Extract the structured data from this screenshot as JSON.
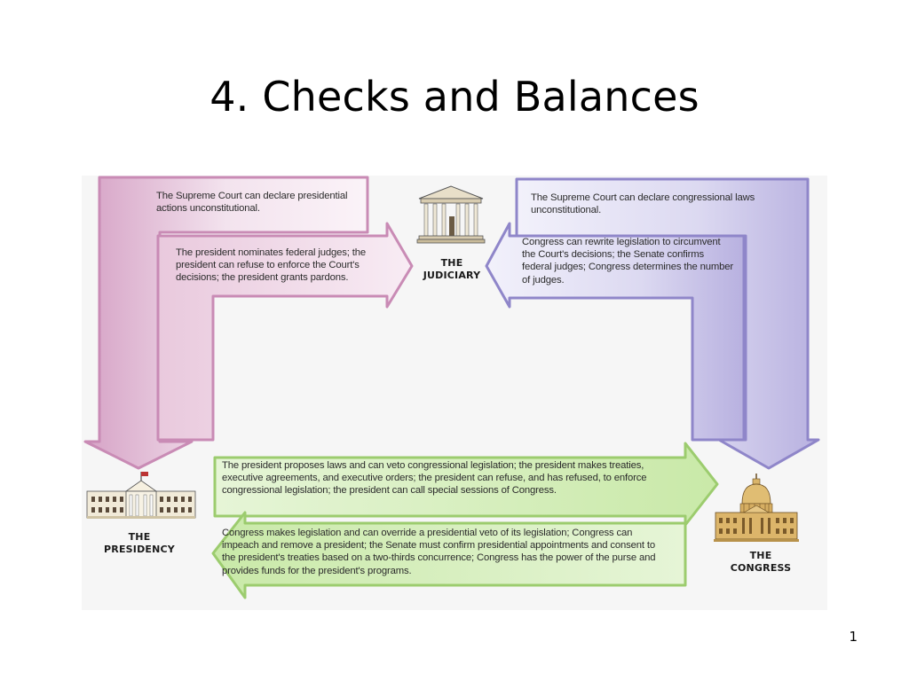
{
  "slide": {
    "title": "4.  Checks and Balances",
    "page_number": "1"
  },
  "branches": {
    "judiciary": {
      "line1": "THE",
      "line2": "JUDICIARY",
      "icon": "courthouse-icon"
    },
    "presidency": {
      "line1": "THE",
      "line2": "PRESIDENCY",
      "icon": "white-house-icon"
    },
    "congress": {
      "line1": "THE",
      "line2": "CONGRESS",
      "icon": "capitol-icon"
    }
  },
  "checks": {
    "court_on_president": "The Supreme Court can declare presidential actions unconstitutional.",
    "president_on_court": "The president nominates federal judges; the president can refuse to enforce the Court's decisions; the president grants pardons.",
    "court_on_congress": "The Supreme Court can declare congressional laws unconstitutional.",
    "congress_on_court": "Congress can rewrite legislation to circumvent the Court's decisions; the Senate confirms federal judges; Congress determines the number of judges.",
    "president_on_congress": "The president proposes laws and can veto congressional legislation; the president makes treaties, executive agreements, and executive orders; the president can refuse, and has refused, to enforce congressional legislation; the president can call special sessions of Congress.",
    "congress_on_president": "Congress makes legislation and can override a presidential veto of its legislation; Congress can impeach and remove a president; the Senate must confirm presidential appointments and consent to the president's treaties based on a two-thirds concurrence; Congress has the power of the purse and provides funds for the president's programs."
  },
  "colors": {
    "pink_arrow": "#c98bb5",
    "purple_arrow": "#9a91cf",
    "green_arrow": "#a6d67a"
  }
}
